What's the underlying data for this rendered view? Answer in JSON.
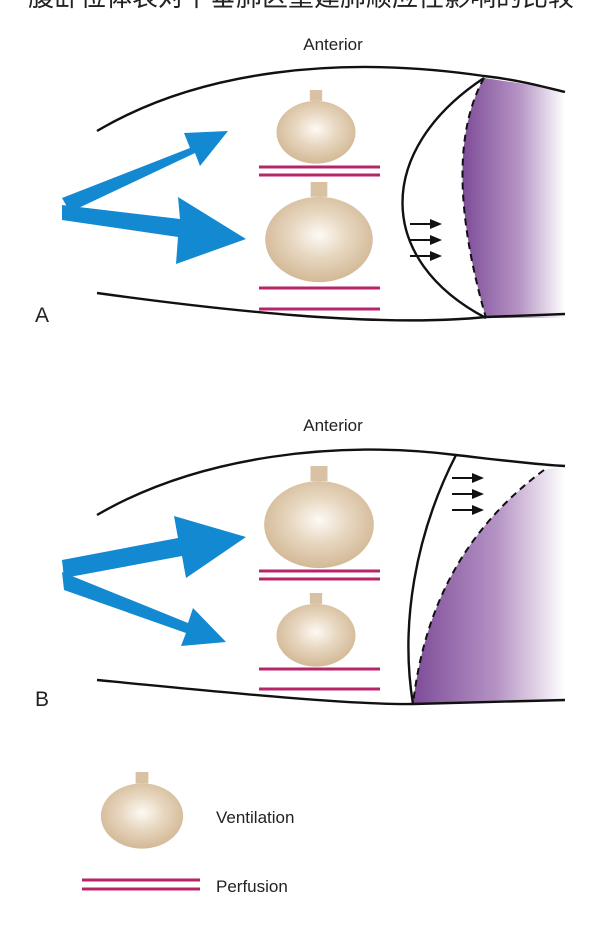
{
  "header_text": "腹卧位体表对下垂肺区重建肺顺应性影响的比较",
  "panels": [
    {
      "label": "A",
      "orientation": "Anterior"
    },
    {
      "label": "B",
      "orientation": "Anterior"
    }
  ],
  "legend": {
    "ventilation": "Ventilation",
    "perfusion": "Perfusion"
  },
  "colors": {
    "arrow_blue": "#1f8fd6",
    "alveolus_tan": "#d9c2a3",
    "perfusion_line": "#b8246a",
    "diaphragm_purple": "#8a5aa3",
    "outline": "#111111"
  },
  "icons": {
    "alveolus": "alveolus-icon",
    "airflow_arrow": "airflow-arrow-icon",
    "shift_arrows": "diaphragm-shift-arrows-icon"
  }
}
